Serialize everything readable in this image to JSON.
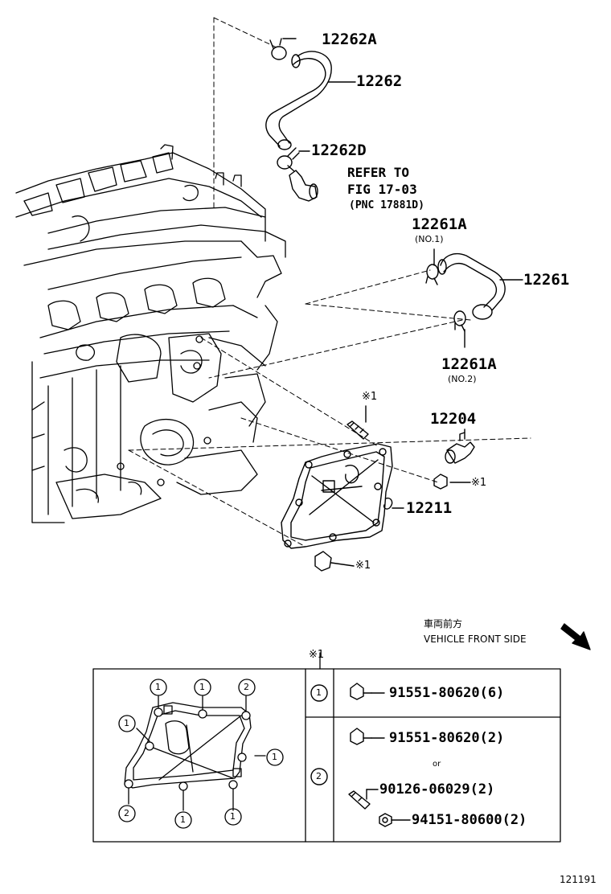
{
  "labels": {
    "p12262A": "12262A",
    "p12262": "12262",
    "p12262D": "12262D",
    "refer_l1": "REFER TO",
    "refer_l2": "FIG 17-03",
    "refer_l3": "(PNC 17881D)",
    "p12261A_top": "12261A",
    "no1": "(NO.1)",
    "p12261": "12261",
    "p12261A_bot": "12261A",
    "no2": "(NO.2)",
    "p12204": "12204",
    "p12211": "12211",
    "mark1_stud": "※1",
    "mark1_nut": "※1",
    "mark1_bolt": "※1"
  },
  "direction": {
    "jp": "車両前方",
    "en": "VEHICLE FRONT SIDE"
  },
  "table": {
    "header_mark": "※1",
    "row1_key": "1",
    "row1_part": "91551-80620(6)",
    "row2_key": "2",
    "row2_part_a": "91551-80620(2)",
    "or": "or",
    "row2_part_b": "90126-06029(2)",
    "row2_part_c": "94151-80600(2)"
  },
  "gasket_keys": [
    "1",
    "1",
    "2",
    "1",
    "1",
    "2",
    "1",
    "1"
  ],
  "figure_number": "121191"
}
